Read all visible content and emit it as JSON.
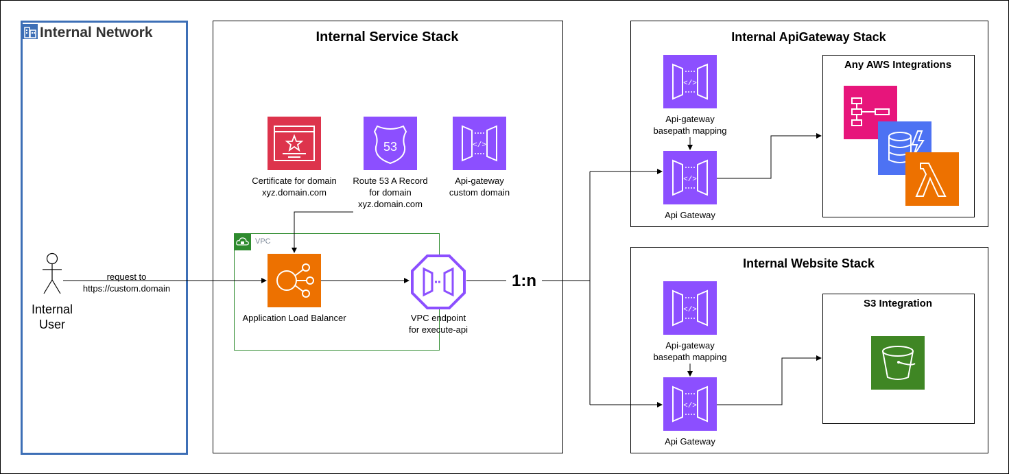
{
  "internal_network": {
    "title": "Internal Network"
  },
  "user": {
    "label_line1": "Internal",
    "label_line2": "User"
  },
  "request": {
    "line1": "request to",
    "line2": "https://custom.domain"
  },
  "service_stack": {
    "title": "Internal Service Stack",
    "certificate": {
      "line1": "Certificate for domain",
      "line2": "xyz.domain.com"
    },
    "route53": {
      "icon_text": "53",
      "line1": "Route 53 A Record",
      "line2": "for domain",
      "line3": "xyz.domain.com"
    },
    "custom_domain": {
      "line1": "Api-gateway",
      "line2": "custom domain"
    },
    "vpc": {
      "label": "VPC"
    },
    "alb": {
      "label": "Application Load Balancer"
    },
    "endpoint": {
      "line1": "VPC endpoint",
      "line2": "for execute-api"
    }
  },
  "cardinality": "1:n",
  "apigw_stack": {
    "title": "Internal ApiGateway Stack",
    "mapping": {
      "line1": "Api-gateway",
      "line2": "basepath mapping"
    },
    "gateway": {
      "label": "Api Gateway"
    },
    "integrations": {
      "title": "Any AWS Integrations"
    }
  },
  "website_stack": {
    "title": "Internal Website Stack",
    "mapping": {
      "line1": "Api-gateway",
      "line2": "basepath mapping"
    },
    "gateway": {
      "label": "Api Gateway"
    },
    "integrations": {
      "title": "S3 Integration"
    }
  },
  "colors": {
    "network_border": "#3d6fb6",
    "certificate": "#dd344c",
    "route53": "#8c4fff",
    "apigateway": "#8c4fff",
    "alb": "#ed7100",
    "step_functions": "#e7157b",
    "dynamodb": "#4d72f3",
    "lambda": "#ed7100",
    "s3": "#3f8624",
    "vpc_border": "#2e8b2e"
  }
}
